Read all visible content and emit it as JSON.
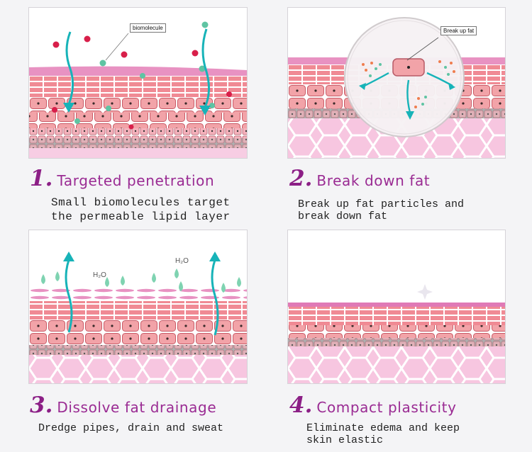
{
  "colors": {
    "accent": "#9a2b93",
    "number": "#8c1f86",
    "arrow": "#17b3b8",
    "red_particle": "#d81f4a",
    "green_particle": "#5fc4a3",
    "cell": "#f2a3a8",
    "fat_tissue": "#f7c6e0"
  },
  "panels": [
    {
      "step_number": "1.",
      "title": "Targeted penetration",
      "description": [
        "Small biomolecules target",
        "the permeable lipid layer"
      ],
      "callout": "biomolecule",
      "icon": "skin-penetration-illustration"
    },
    {
      "step_number": "2.",
      "title": "Break down fat",
      "description": [
        "Break up fat particles and",
        "break down fat"
      ],
      "callout": "Break up fat",
      "icon": "fat-breakdown-illustration"
    },
    {
      "step_number": "3.",
      "title": "Dissolve fat drainage",
      "description": [
        "Dredge pipes, drain and sweat"
      ],
      "labels": [
        "H₂O",
        "H₂O"
      ],
      "icon": "drainage-illustration"
    },
    {
      "step_number": "4.",
      "title": "Compact plasticity",
      "description": [
        "Eliminate edema and keep",
        "skin elastic"
      ],
      "icon": "compact-skin-illustration"
    }
  ]
}
